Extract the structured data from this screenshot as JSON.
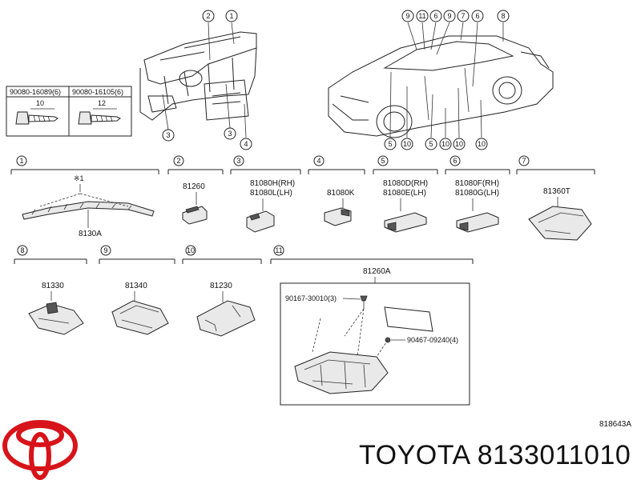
{
  "footer": {
    "brand_line": "TOYOTA 8133011010",
    "diagram_code": "818643A"
  },
  "callouts": {
    "top_dash": [
      "2",
      "1",
      "3",
      "3",
      "4"
    ],
    "top_car": [
      "9",
      "11",
      "6",
      "9",
      "7",
      "6",
      "8",
      "5",
      "10",
      "5",
      "10",
      "10"
    ]
  },
  "screws": [
    {
      "part_no": "90080-16089(6)",
      "length": "10"
    },
    {
      "part_no": "90080-16105(6)",
      "length": "12"
    }
  ],
  "sections": [
    {
      "index": "1",
      "part": "8130A",
      "note": "※1"
    },
    {
      "index": "2",
      "part": "81260"
    },
    {
      "index": "3",
      "part_a": "81080H(RH)",
      "part_b": "81080L(LH)"
    },
    {
      "index": "4",
      "part": "81080K"
    },
    {
      "index": "5",
      "part_a": "81080D(RH)",
      "part_b": "81080E(LH)"
    },
    {
      "index": "6",
      "part_a": "81080F(RH)",
      "part_b": "81080G(LH)"
    },
    {
      "index": "7",
      "part": "81360T"
    },
    {
      "index": "8",
      "part": "81330"
    },
    {
      "index": "9",
      "part": "81340"
    },
    {
      "index": "10",
      "part": "81230"
    },
    {
      "index": "11",
      "part": "81260A",
      "sub_a": "90167-30010(3)",
      "sub_b": "90467-09240(4)"
    }
  ],
  "logo": {
    "icon": "toyota-logo-icon",
    "color": "#d7141a"
  }
}
